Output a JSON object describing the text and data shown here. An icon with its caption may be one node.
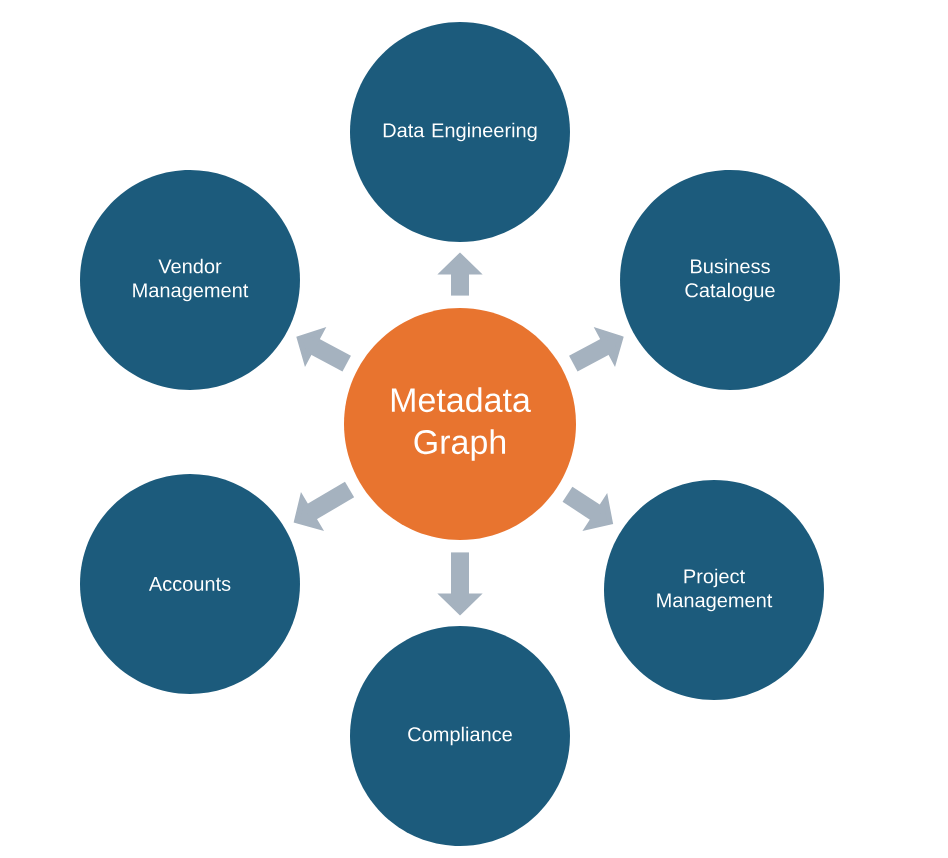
{
  "diagram": {
    "nodes": [
      {
        "text": [
          "Metadata Graph"
        ]
      },
      {
        "text": [
          "Data Engineering"
        ]
      },
      {
        "text": [
          "Business Catalogue"
        ]
      },
      {
        "text": [
          "Project Management"
        ]
      },
      {
        "text": [
          "Compliance"
        ]
      },
      {
        "text": [
          "Accounts"
        ]
      },
      {
        "text": [
          "Vendor Management"
        ]
      }
    ],
    "edges": [
      {
        "from": 0,
        "to": 1,
        "arrow": "to"
      },
      {
        "from": 0,
        "to": 2,
        "arrow": "to"
      },
      {
        "from": 0,
        "to": 3,
        "arrow": "to"
      },
      {
        "from": 0,
        "to": 4,
        "arrow": "to"
      },
      {
        "from": 0,
        "to": 5,
        "arrow": "to"
      },
      {
        "from": 0,
        "to": 6,
        "arrow": "to"
      }
    ]
  }
}
